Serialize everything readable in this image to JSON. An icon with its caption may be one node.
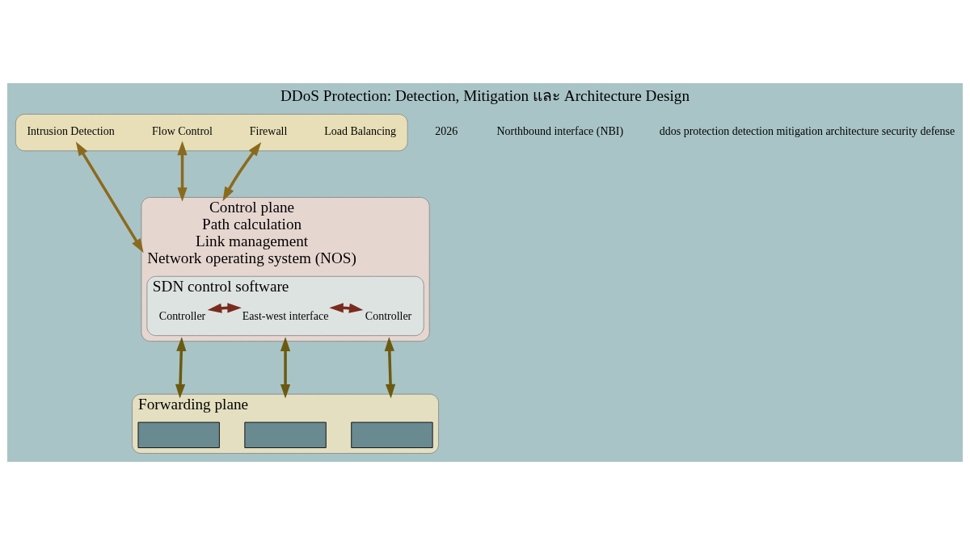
{
  "diagram": {
    "title": "DDoS Protection: Detection, Mitigation และ Architecture Design",
    "nodes": [
      {
        "text": [],
        "shape": "band"
      },
      {
        "text": [
          "Intrusion Detection"
        ],
        "in": 0
      },
      {
        "text": [
          "Flow Control"
        ],
        "in": 0
      },
      {
        "text": [
          "Firewall"
        ],
        "in": 0
      },
      {
        "text": [
          "Load Balancing"
        ],
        "in": 0
      },
      {
        "text": [
          "Control plane",
          "Path calculation",
          "Link management",
          "Network operating system (NOS)"
        ]
      },
      {
        "text": [
          "SDN control software"
        ],
        "in": 5
      },
      {
        "text": [
          "Controller"
        ],
        "in": 6
      },
      {
        "text": [
          "East-west interface"
        ],
        "in": 6
      },
      {
        "text": [
          "Controller"
        ],
        "in": 6
      },
      {
        "text": [
          "Forwarding plane"
        ]
      },
      {
        "text": [],
        "shape": "box",
        "in": 10
      },
      {
        "text": [],
        "shape": "box",
        "in": 10
      },
      {
        "text": [],
        "shape": "box",
        "in": 10
      }
    ],
    "edges": [
      {
        "from": 1,
        "to": 5,
        "arrow": "both",
        "color": "#8b6a1e"
      },
      {
        "from": 2,
        "to": 5,
        "arrow": "both",
        "color": "#8b6a1e"
      },
      {
        "from": 3,
        "to": 5,
        "arrow": "both",
        "color": "#8b6a1e"
      },
      {
        "from": 7,
        "to": 8,
        "arrow": "both",
        "color": "#7a2a1f"
      },
      {
        "from": 8,
        "to": 9,
        "arrow": "both",
        "color": "#7a2a1f"
      },
      {
        "from": 5,
        "to": 10,
        "arrow": "both",
        "color": "#6b5a10"
      },
      {
        "from": 5,
        "to": 10,
        "arrow": "both",
        "color": "#6b5a10"
      },
      {
        "from": 5,
        "to": 10,
        "arrow": "both",
        "color": "#6b5a10"
      }
    ],
    "labels": [
      "2026",
      "Northbound interface (NBI)",
      "ddos protection detection mitigation architecture security defense"
    ]
  }
}
